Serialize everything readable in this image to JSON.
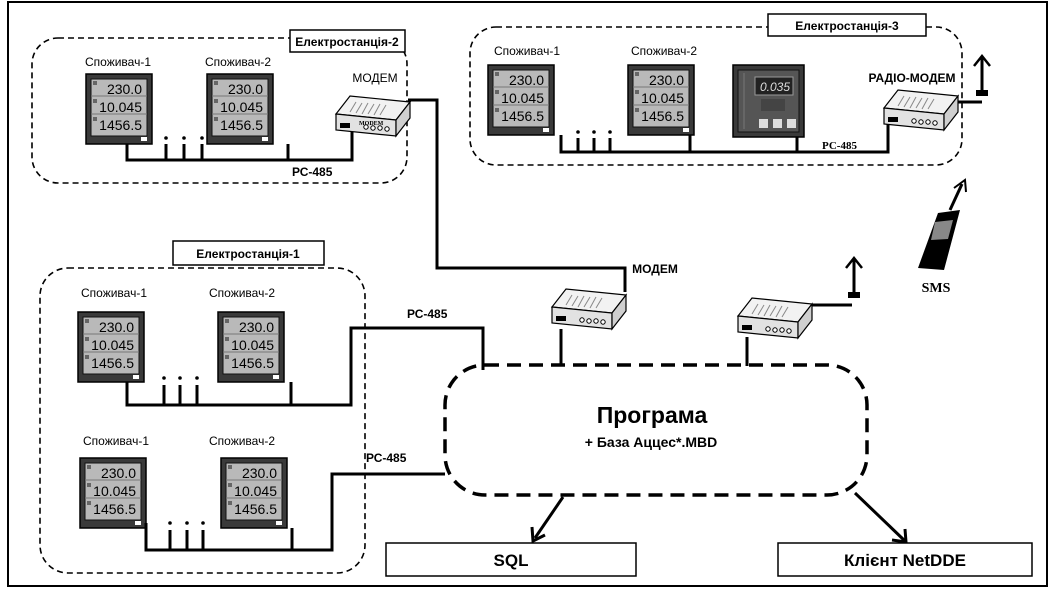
{
  "stations": {
    "station2": {
      "title": "Електростанція-2",
      "consumer1": "Споживач-1",
      "consumer2": "Споживач-2",
      "modem": "МОДЕМ",
      "bus": "РС-485"
    },
    "station3": {
      "title": "Електростанція-3",
      "consumer1": "Споживач-1",
      "consumer2": "Споживач-2",
      "modem": "РАДІО-МОДЕМ",
      "bus": "РС-485",
      "display_value": "0.035"
    },
    "station1": {
      "title": "Електростанція-1",
      "consumer1": "Споживач-1",
      "consumer2": "Споживач-2",
      "bus": "РС-485"
    },
    "station1b": {
      "consumer1": "Споживач-1",
      "consumer2": "Споживач-2",
      "bus": "РС-485"
    }
  },
  "meter": {
    "v1": "230.0",
    "v2": "10.045",
    "v3": "1456.5"
  },
  "central_modem": {
    "label": "МОДЕМ"
  },
  "modem_badge": "MODEM",
  "program": {
    "title": "Програма",
    "subtitle": "+ База Аццес*.MBD"
  },
  "outputs": {
    "sql": "SQL",
    "client": "Клієнт NetDDE"
  },
  "sms": "SMS",
  "colors": {
    "line": "#000000",
    "meter_frame": "#3a3a3a",
    "meter_screen": "#b9b9b9",
    "modem_body": "#e8e8e8"
  }
}
